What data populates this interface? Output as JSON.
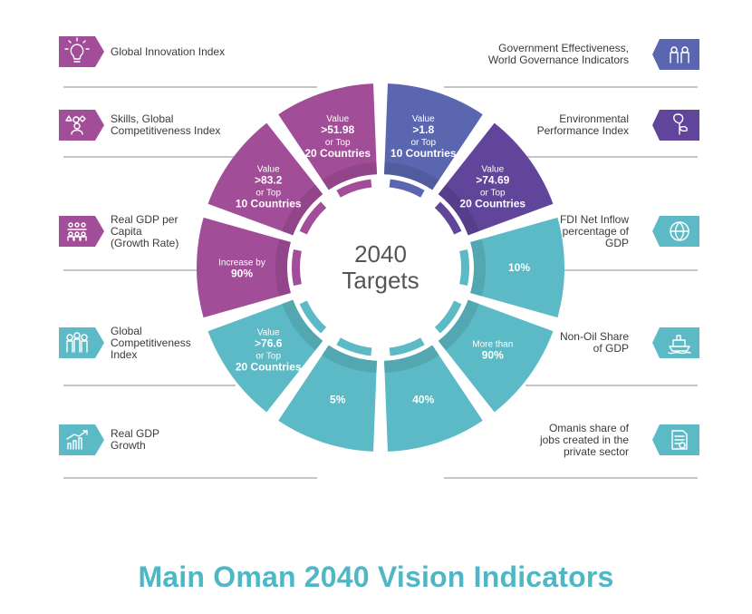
{
  "title": "Main Oman 2040 Vision Indicators",
  "center": {
    "line1": "2040",
    "line2": "Targets"
  },
  "colors": {
    "purple": "#a24d98",
    "purple_dark": "#8f3e86",
    "blue": "#5a66b0",
    "violet": "#60459a",
    "teal": "#5bbac5",
    "teal_dark": "#4aa9b5",
    "leader": "#8c8c8c",
    "title": "#4eb7c5"
  },
  "indicators": [
    {
      "id": "government-effectiveness",
      "side": "right",
      "label": [
        "Government Effectiveness,",
        "World Governance Indicators"
      ],
      "icon": "people-icon",
      "color": "#5a66b0",
      "target": [
        "Value",
        ">1.8",
        "or Top",
        "10 Countries"
      ]
    },
    {
      "id": "environmental-performance",
      "side": "right",
      "label": [
        "Environmental",
        "Performance Index"
      ],
      "icon": "plant-icon",
      "color": "#60459a",
      "target": [
        "Value",
        ">74.69",
        "or Top",
        "20 Countries"
      ]
    },
    {
      "id": "fdi-net-inflow",
      "side": "right",
      "label": [
        "FDI Net Inflow",
        "percentage of",
        "GDP"
      ],
      "icon": "globe-icon",
      "color": "#5bbac5",
      "target": [
        "10%"
      ]
    },
    {
      "id": "non-oil-share",
      "side": "right",
      "label": [
        "Non-Oil Share",
        "of GDP"
      ],
      "icon": "ship-icon",
      "color": "#5bbac5",
      "target": [
        "More than",
        "90%"
      ]
    },
    {
      "id": "omanis-share-jobs",
      "side": "right",
      "label": [
        "Omanis share of",
        "jobs created in the",
        "private sector"
      ],
      "icon": "document-icon",
      "color": "#5bbac5",
      "target": [
        "40%"
      ]
    },
    {
      "id": "real-gdp-growth",
      "side": "left",
      "label": [
        "Real GDP",
        "Growth"
      ],
      "icon": "growth-chart-icon",
      "color": "#5bbac5",
      "target": [
        "5%"
      ]
    },
    {
      "id": "global-competitiveness",
      "side": "left",
      "label": [
        "Global",
        "Competitiveness",
        "Index"
      ],
      "icon": "competitors-icon",
      "color": "#5bbac5",
      "target": [
        "Value",
        ">76.6",
        "or Top",
        "20 Countries"
      ]
    },
    {
      "id": "real-gdp-per-capita",
      "side": "left",
      "label": [
        "Real GDP per",
        "Capita",
        "(Growth Rate)"
      ],
      "icon": "population-icon",
      "color": "#a24d98",
      "target": [
        "Increase by",
        "90%"
      ]
    },
    {
      "id": "skills-competitiveness",
      "side": "left",
      "label": [
        "Skills, Global",
        "Competitiveness Index"
      ],
      "icon": "skills-icon",
      "color": "#a24d98",
      "target": [
        "Value",
        ">83.2",
        "or Top",
        "10 Countries"
      ]
    },
    {
      "id": "global-innovation",
      "side": "left",
      "label": [
        "Global Innovation Index"
      ],
      "icon": "lightbulb-icon",
      "color": "#a24d98",
      "target": [
        "Value",
        ">51.98",
        "or Top",
        "20 Countries"
      ]
    }
  ]
}
